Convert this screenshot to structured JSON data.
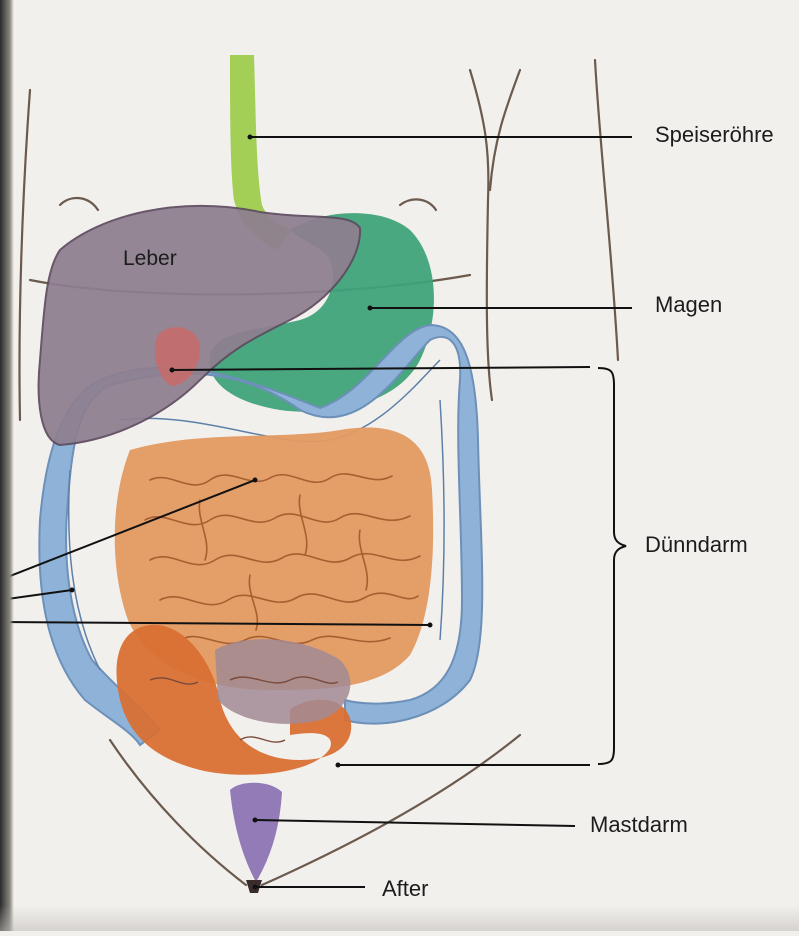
{
  "labels": {
    "speiseroehre": "Speiseröhre",
    "magen": "Magen",
    "leber": "Leber",
    "duenndarm": "Dünndarm",
    "mastdarm": "Mastdarm",
    "after": "After"
  },
  "colors": {
    "background": "#f2f0ed",
    "body_outline": "#6b5a4e",
    "esophagus": "#9ccc4a",
    "stomach": "#3fa37a",
    "liver": "#8e7f90",
    "large_intestine": "#8fb2d8",
    "small_intestine": "#e39a62",
    "sigmoid": "#d97034",
    "rectum": "#8d74b4",
    "leader_lines": "#111111"
  }
}
